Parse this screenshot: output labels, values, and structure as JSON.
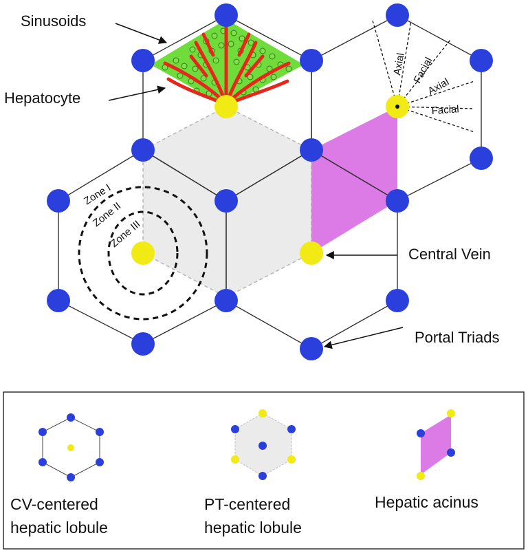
{
  "labels": {
    "sinusoids": "Sinusoids",
    "hepatocyte": "Hepatocyte",
    "central_vein": "Central Vein",
    "portal_triads": "Portal Triads",
    "zone_1": "Zone I",
    "zone_2": "Zone II",
    "zone_3": "Zone III",
    "axial_1": "Axial",
    "facial_1": "Facial",
    "axial_2": "Axial",
    "facial_2": "Facial"
  },
  "legend": {
    "cv_lobule_line1": "CV-centered",
    "cv_lobule_line2": "hepatic lobule",
    "pt_lobule_line1": "PT-centered",
    "pt_lobule_line2": "hepatic lobule",
    "acinus": "Hepatic acinus"
  },
  "colors": {
    "portal_triad": "#2b3fdc",
    "central_vein": "#f2ea14",
    "acinus": "#dc7ae6",
    "pt_lobule_fill": "#ebebeb",
    "sinusoid": "#e8271c",
    "hepatocyte": "#6fdc3c"
  }
}
